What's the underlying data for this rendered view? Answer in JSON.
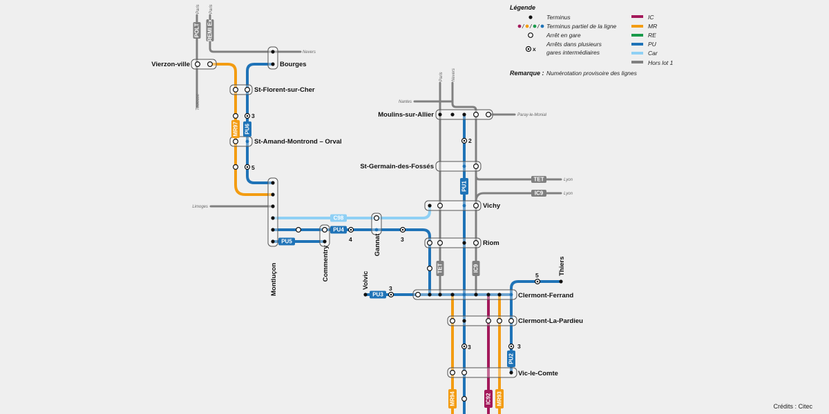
{
  "colors": {
    "IC": "#a3195b",
    "MR": "#f39c12",
    "RE": "#1a9a4a",
    "PU": "#1f73b7",
    "Car": "#8fd0f5",
    "HorsLot": "#808080"
  },
  "legend": {
    "title": "Légende",
    "terminus": "Terminus",
    "terminus_partiel": "Terminus partiel de la ligne",
    "arret_gare": "Arrêt en gare",
    "arrets_multi_1": "Arrêts dans plusieurs",
    "arrets_multi_2": "gares intermédiaires",
    "x": "x",
    "remark_label": "Remarque :",
    "remark_text": "Numérotation provisoire des lignes",
    "lines": {
      "IC": "IC",
      "MR": "MR",
      "RE": "RE",
      "PU": "PU",
      "Car": "Car",
      "HorsLot": "Hors lot 1"
    }
  },
  "stations": {
    "vierzon": "Vierzon-ville",
    "bourges": "Bourges",
    "st_florent": "St-Florent-sur-Cher",
    "st_amand": "St-Amand-Montrond – Orval",
    "moulins": "Moulins-sur-Allier",
    "st_germain": "St-Germain-des-Fossés",
    "vichy": "Vichy",
    "riom": "Riom",
    "clermont": "Clermont-Ferrand",
    "la_pardieu": "Clermont-La-Pardieu",
    "vic": "Vic-le-Comte",
    "thiers": "Thiers",
    "volvic": "Volvic",
    "montlucon": "Montluçon",
    "commentry": "Commentry",
    "gannat": "Gannat"
  },
  "destinations": {
    "paris1": "Paris",
    "paris2": "Paris",
    "toulouse": "Toulouse",
    "nevers": "Nevers",
    "limoges": "Limoges",
    "nantes": "Nantes",
    "paris3": "Paris",
    "nevers2": "Nevers",
    "paray": "Paray-le-Monial",
    "lyon1": "Lyon",
    "lyon2": "Lyon"
  },
  "badges": {
    "polt": "POLT",
    "remi": "REMI Ex",
    "mr97": "MR97",
    "pu6": "PU6",
    "c98": "C98",
    "pu4": "PU4",
    "pu5": "PU5",
    "pu1": "PU1",
    "tet": "TET",
    "ic9": "IC9",
    "tet_v": "TET",
    "ic9_v": "IC9",
    "pu3": "PU3",
    "pu2": "PU2",
    "mr94": "MR94",
    "ic92": "IC92",
    "mr93": "MR93"
  },
  "counts": {
    "pu6_a": "3",
    "pu6_b": "5",
    "pu1": "2",
    "pu4_a": "4",
    "pu4_b": "3",
    "pu3": "3",
    "thiers": "5",
    "pu2": "3",
    "vic": "3"
  },
  "credits": "Crédits : Citec"
}
